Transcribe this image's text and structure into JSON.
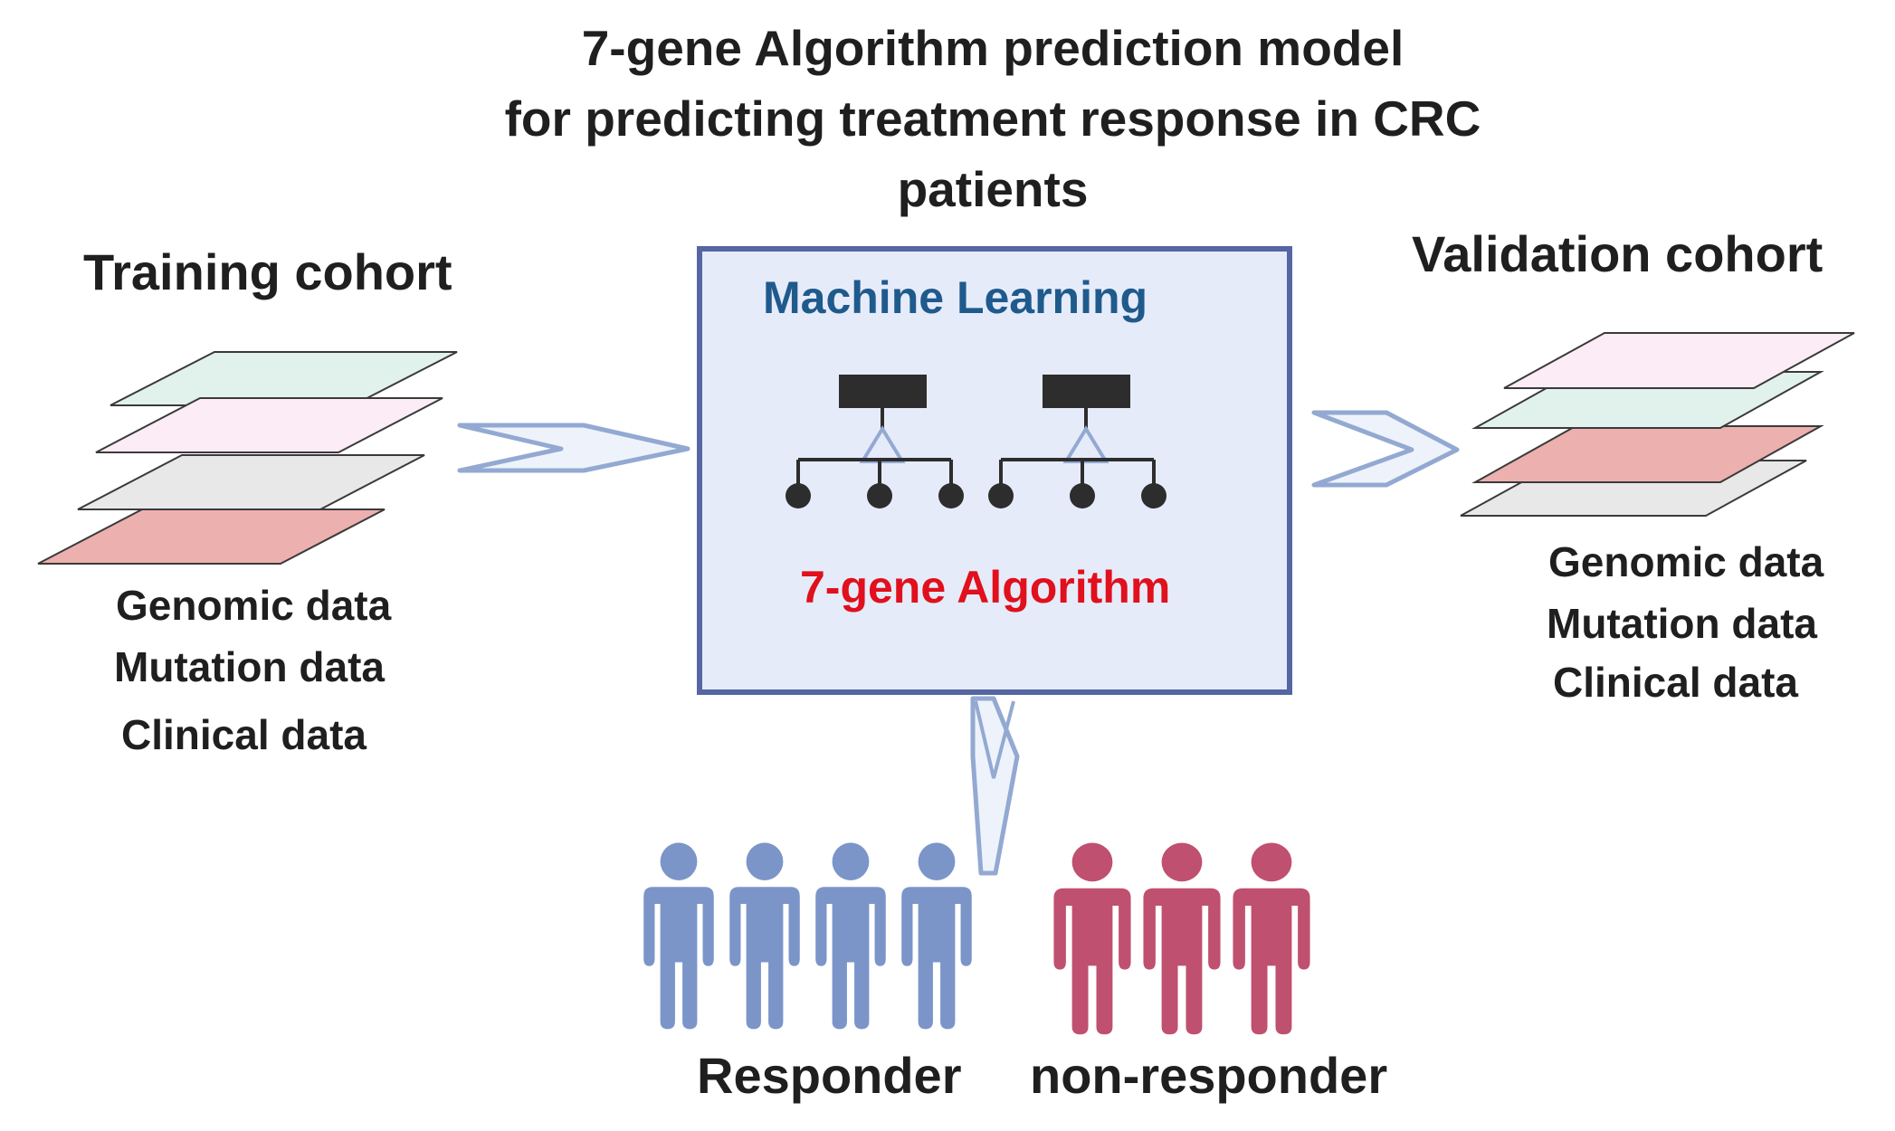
{
  "title": {
    "line1": "7-gene Algorithm prediction model",
    "line2": "for predicting treatment response in CRC",
    "line3": "patients"
  },
  "training": {
    "title": "Training cohort",
    "data_labels": [
      "Genomic data",
      "Mutation data",
      "Clinical data"
    ],
    "layer_colors": [
      "#e1f1ec",
      "#fcecf5",
      "#e8e8e8",
      "#ecb0af"
    ]
  },
  "validation": {
    "title": "Validation cohort",
    "data_labels": [
      "Genomic data",
      "Mutation data",
      "Clinical data"
    ],
    "layer_colors": [
      "#fcecf5",
      "#e1f1ec",
      "#ecb0af",
      "#e8e8e8"
    ]
  },
  "model": {
    "title": "Machine Learning",
    "algorithm_label": "7-gene Algorithm"
  },
  "outcome": {
    "responder_label": "Responder",
    "non_responder_label": "non-responder",
    "responder_count": 4,
    "non_responder_count": 3
  },
  "colors": {
    "box_fill": "#e6ebfa",
    "box_border": "#5566a2",
    "arrow_fill": "#eef3fb",
    "arrow_stroke": "#93a9d2",
    "ml_title": "#1f5a8c",
    "algorithm_label": "#e0101c",
    "responder": "#7b95c9",
    "non_responder": "#c0506f",
    "tree_node": "#2d2d2d"
  },
  "icons": {
    "data_layers": "stacked-layers-icon",
    "decision_tree": "decision-tree-icon",
    "person": "person-icon",
    "arrow": "chevron-arrow-icon"
  }
}
